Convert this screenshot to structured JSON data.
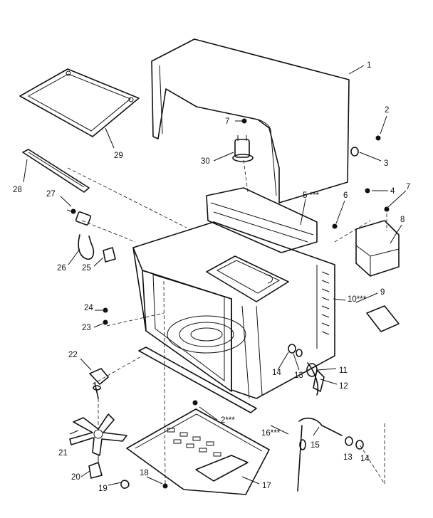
{
  "callouts": [
    {
      "id": "c1",
      "label": "1"
    },
    {
      "id": "c2a",
      "label": "2"
    },
    {
      "id": "c3",
      "label": "3"
    },
    {
      "id": "c4",
      "label": "4"
    },
    {
      "id": "c5",
      "label": "5 ***"
    },
    {
      "id": "c6",
      "label": "6"
    },
    {
      "id": "c7a",
      "label": "7"
    },
    {
      "id": "c7b",
      "label": "7"
    },
    {
      "id": "c8",
      "label": "8"
    },
    {
      "id": "c9",
      "label": "9"
    },
    {
      "id": "c10",
      "label": "10***"
    },
    {
      "id": "c11",
      "label": "11"
    },
    {
      "id": "c12",
      "label": "12"
    },
    {
      "id": "c13a",
      "label": "13"
    },
    {
      "id": "c13b",
      "label": "13"
    },
    {
      "id": "c14a",
      "label": "14"
    },
    {
      "id": "c14b",
      "label": "14"
    },
    {
      "id": "c15",
      "label": "15"
    },
    {
      "id": "c16",
      "label": "16***"
    },
    {
      "id": "c17",
      "label": "17"
    },
    {
      "id": "c18",
      "label": "18"
    },
    {
      "id": "c19",
      "label": "19"
    },
    {
      "id": "c20",
      "label": "20"
    },
    {
      "id": "c21",
      "label": "21"
    },
    {
      "id": "c22",
      "label": "22"
    },
    {
      "id": "c23",
      "label": "23"
    },
    {
      "id": "c24",
      "label": "24"
    },
    {
      "id": "c25",
      "label": "25"
    },
    {
      "id": "c26",
      "label": "26"
    },
    {
      "id": "c27",
      "label": "27"
    },
    {
      "id": "c28",
      "label": "28"
    },
    {
      "id": "c29",
      "label": "29"
    },
    {
      "id": "c30",
      "label": "30"
    },
    {
      "id": "c2b",
      "label": "2***"
    }
  ]
}
